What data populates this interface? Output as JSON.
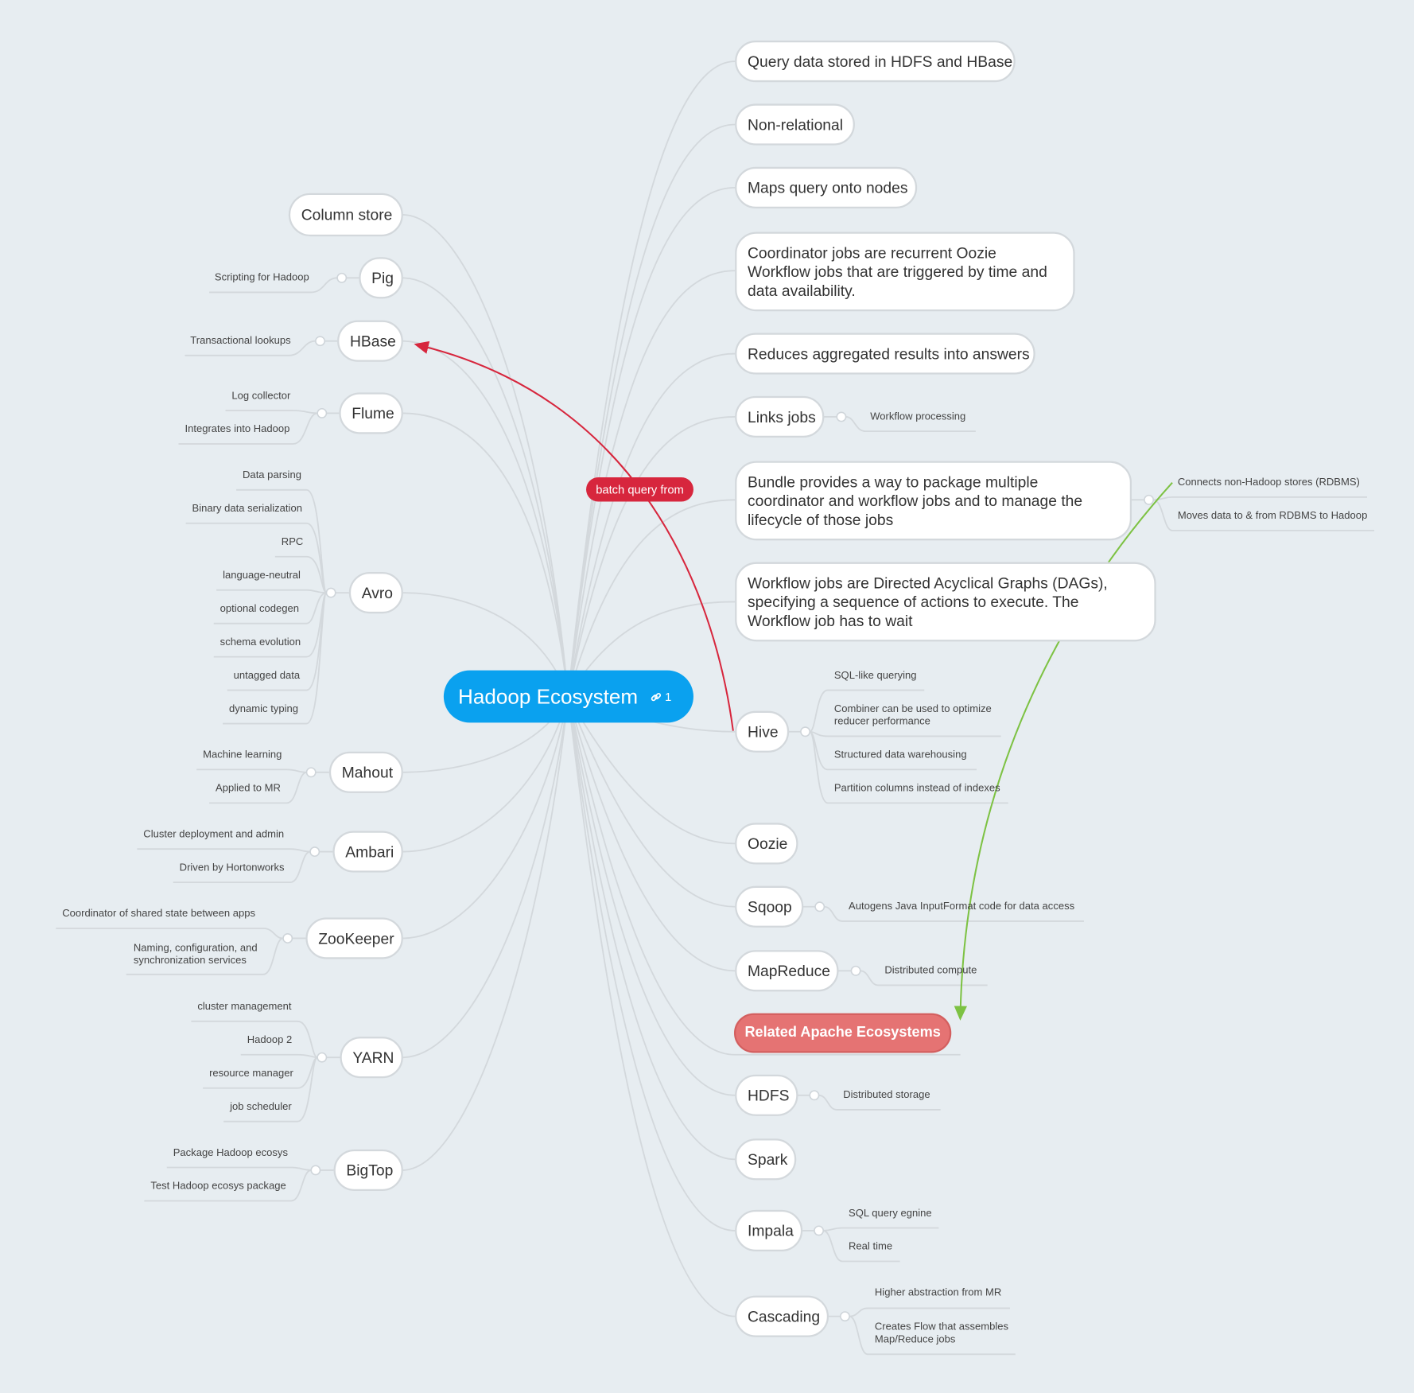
{
  "root": {
    "title": "Hadoop Ecosystem",
    "link_count": "1"
  },
  "left": {
    "column_store": "Column store",
    "pig": {
      "label": "Pig",
      "children": [
        "Scripting for Hadoop"
      ]
    },
    "hbase": {
      "label": "HBase",
      "children": [
        "Transactional lookups"
      ]
    },
    "flume": {
      "label": "Flume",
      "children": [
        "Log collector",
        "Integrates into Hadoop"
      ]
    },
    "avro": {
      "label": "Avro",
      "children": [
        "Data parsing",
        "Binary data serialization",
        "RPC",
        "language-neutral",
        "optional codegen",
        "schema evolution",
        "untagged data",
        "dynamic typing"
      ]
    },
    "mahout": {
      "label": "Mahout",
      "children": [
        "Machine learning",
        "Applied to MR"
      ]
    },
    "ambari": {
      "label": "Ambari",
      "children": [
        "Cluster deployment and admin",
        "Driven by Hortonworks"
      ]
    },
    "zookeeper": {
      "label": "ZooKeeper",
      "children": [
        "Coordinator of shared state between apps",
        "Naming, configuration, and",
        "synchronization services"
      ]
    },
    "yarn": {
      "label": "YARN",
      "children": [
        "cluster management",
        "Hadoop 2",
        "resource manager",
        "job scheduler"
      ]
    },
    "bigtop": {
      "label": "BigTop",
      "children": [
        "Package Hadoop ecosys",
        "Test Hadoop ecosys package"
      ]
    }
  },
  "right": {
    "query": "Query data stored in HDFS and HBase",
    "nonrel": "Non-relational",
    "maps": "Maps query onto nodes",
    "coordinator": "Coordinator jobs are recurrent Oozie Workflow jobs that are triggered by time and data availability.",
    "reduces": "Reduces aggregated results into answers",
    "links": {
      "label": "Links jobs",
      "children": [
        "Workflow processing"
      ]
    },
    "bundle": {
      "label": "Bundle provides a way to package multiple coordinator and workflow jobs and to manage the lifecycle of those jobs",
      "children": [
        "Connects non-Hadoop stores (RDBMS)",
        "Moves data to & from RDBMS to Hadoop"
      ]
    },
    "workflow": "Workflow jobs are Directed Acyclical Graphs (DAGs), specifying a sequence of actions to execute. The Workflow job has to wait",
    "hive": {
      "label": "Hive",
      "children": [
        "SQL-like querying",
        "Combiner can be used to optimize",
        "reducer performance",
        "Structured data warehousing",
        "Partition columns instead of indexes"
      ]
    },
    "oozie": "Oozie",
    "sqoop": {
      "label": "Sqoop",
      "children": [
        "Autogens Java InputFormat code for data access"
      ]
    },
    "mapreduce": {
      "label": "MapReduce",
      "children": [
        "Distributed compute"
      ]
    },
    "related": "Related Apache Ecosystems",
    "hdfs": {
      "label": "HDFS",
      "children": [
        "Distributed storage"
      ]
    },
    "spark": "Spark",
    "impala": {
      "label": "Impala",
      "children": [
        "SQL query egnine",
        "Real time"
      ]
    },
    "cascading": {
      "label": "Cascading",
      "children": [
        "Higher abstraction from MR",
        "Creates Flow that assembles",
        "Map/Reduce jobs"
      ]
    }
  },
  "relationship": {
    "label": "batch query from"
  },
  "colors": {
    "root": "#0aa1ef",
    "relationship": "#d7263d",
    "related": "#e57373",
    "green_arrow": "#7dc243",
    "line": "#d3d8dc",
    "background": "#e7edf1"
  }
}
